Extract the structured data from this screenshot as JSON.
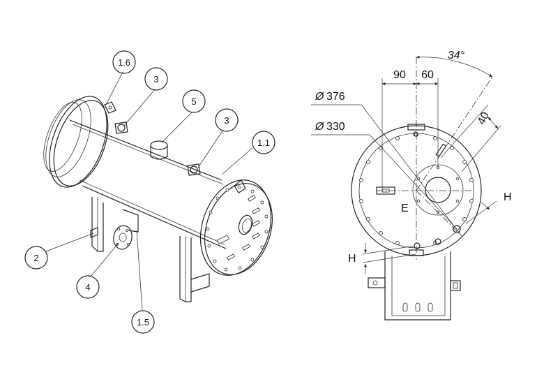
{
  "callouts": {
    "c16": "1.6",
    "c3a": "3",
    "c5": "5",
    "c3b": "3",
    "c11": "1.1",
    "c2": "2",
    "c4": "4",
    "c15": "1.5"
  },
  "dimensions": {
    "width_left": "90",
    "width_right": "60",
    "angle": "34°",
    "offset": "40",
    "dia_outer": "376",
    "dia_inner": "330",
    "dia_symbol": "Ø",
    "point_e": "E",
    "h_right": "H",
    "h_left": "H"
  }
}
